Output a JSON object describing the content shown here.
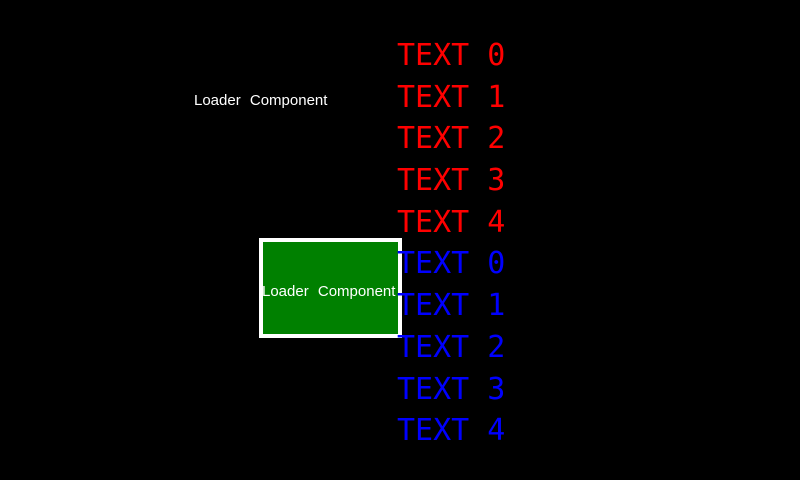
{
  "app": {
    "background_color": "#000000"
  },
  "loader_label": {
    "text": "Loader Component",
    "color": "#ffffff"
  },
  "loader_panel": {
    "text": "Loader Component",
    "text_color": "#ffffff",
    "fill_color": "#008000",
    "border_color": "#ffffff"
  },
  "text_list": {
    "rows": [
      {
        "text": "TEXT 0",
        "color": "#ff0000"
      },
      {
        "text": "TEXT 1",
        "color": "#ff0000"
      },
      {
        "text": "TEXT 2",
        "color": "#ff0000"
      },
      {
        "text": "TEXT 3",
        "color": "#ff0000"
      },
      {
        "text": "TEXT 4",
        "color": "#ff0000"
      },
      {
        "text": "TEXT 0",
        "color": "#0000ff"
      },
      {
        "text": "TEXT 1",
        "color": "#0000ff"
      },
      {
        "text": "TEXT 2",
        "color": "#0000ff"
      },
      {
        "text": "TEXT 3",
        "color": "#0000ff"
      },
      {
        "text": "TEXT 4",
        "color": "#0000ff"
      }
    ]
  }
}
